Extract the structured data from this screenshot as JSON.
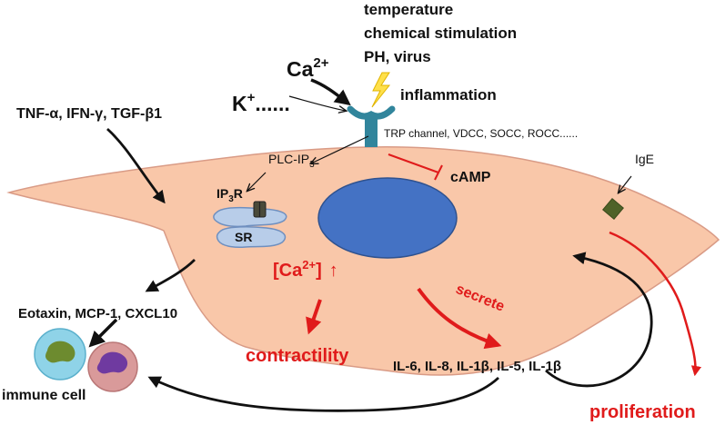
{
  "stimuli": {
    "temperature": "temperature",
    "chemical": "chemical stimulation",
    "ph_virus": "PH, virus",
    "inflammation": "inflammation"
  },
  "ions": {
    "ca_base": "Ca",
    "ca_sup": "2+",
    "k_base": "K",
    "k_sup": "+",
    "k_dots": "......"
  },
  "channels": "TRP channel, VDCC, SOCC, ROCC......",
  "cytokines_in": "TNF-α, IFN-γ, TGF-β1",
  "plc": {
    "base": "PLC-IP",
    "sub": "3"
  },
  "camp": "cAMP",
  "ige": "IgE",
  "ip3r": {
    "a": "IP",
    "sub": "3",
    "b": "R"
  },
  "sr": "SR",
  "calcium": {
    "open": "[Ca",
    "sup": "2+",
    "close": "]",
    "arrow": "↑"
  },
  "secrete": "secrete",
  "chemokines": "Eotaxin, MCP-1, CXCL10",
  "contractility": "contractility",
  "interleukins": "IL-6, IL-8, IL-1β, IL-5, IL-1β",
  "immune_cell": "immune cell",
  "proliferation": "proliferation",
  "colors": {
    "cell_fill": "#f9c7a9",
    "cell_stroke": "#d99b86",
    "nucleus": "#4472c4",
    "sr": "#b8cde9",
    "channel": "#31859c",
    "red": "#e01b1b",
    "ige_marker": "#4f6228"
  }
}
